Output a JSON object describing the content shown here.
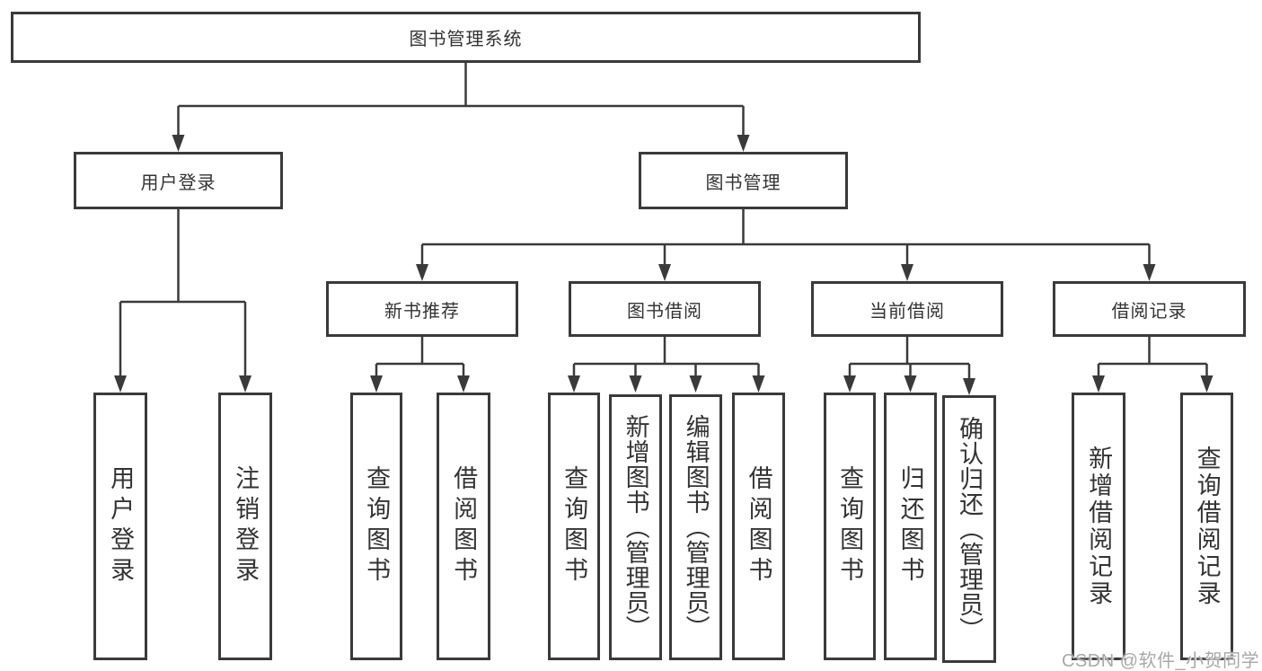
{
  "structure": {
    "label": "图书管理系统",
    "children": [
      {
        "label": "用户登录",
        "children": [
          {
            "label": "用户登录"
          },
          {
            "label": "注销登录"
          }
        ]
      },
      {
        "label": "图书管理",
        "children": [
          {
            "label": "新书推荐",
            "children": [
              {
                "label": "查询图书"
              },
              {
                "label": "借阅图书"
              }
            ]
          },
          {
            "label": "图书借阅",
            "children": [
              {
                "label": "查询图书"
              },
              {
                "label": "新增图书（管理员）"
              },
              {
                "label": "编辑图书（管理员）"
              },
              {
                "label": "借阅图书"
              }
            ]
          },
          {
            "label": "当前借阅",
            "children": [
              {
                "label": "查询图书"
              },
              {
                "label": "归还图书"
              },
              {
                "label": "确认归还（管理员）"
              }
            ]
          },
          {
            "label": "借阅记录",
            "children": [
              {
                "label": "新增借阅记录"
              },
              {
                "label": "查询借阅记录"
              }
            ]
          }
        ]
      }
    ]
  },
  "watermark": {
    "text": "CSDN @软件_小贺同学",
    "color": "#a8a8a8"
  },
  "colors": {
    "line": "#3a3a3a",
    "text": "#333333",
    "background": "#ffffff"
  }
}
